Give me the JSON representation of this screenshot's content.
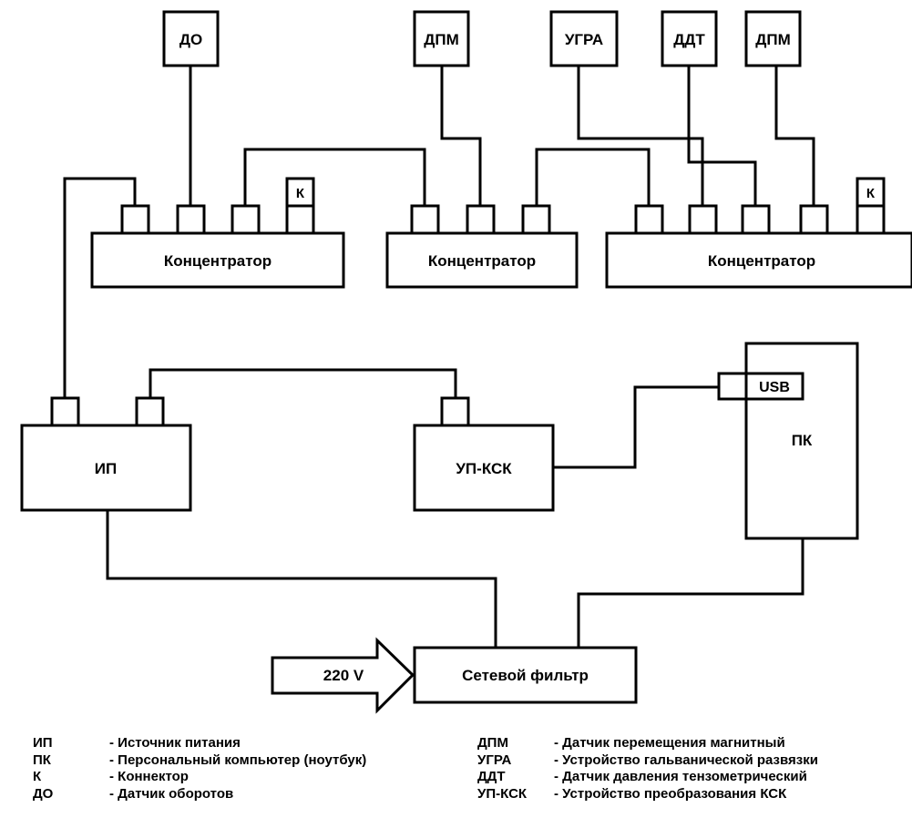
{
  "sensors": {
    "do": "ДО",
    "dpm1": "ДПМ",
    "ugra": "УГРА",
    "ddt": "ДДТ",
    "dpm2": "ДПМ"
  },
  "connector_labels": {
    "left": "К",
    "right": "К"
  },
  "hubs": {
    "left": "Концентратор",
    "middle": "Концентратор",
    "right": "Концентратор"
  },
  "devices": {
    "ip": "ИП",
    "up_ksk": "УП-КСК",
    "pk": "ПК",
    "usb": "USB",
    "filter": "Сетевой фильтр",
    "input_voltage": "220 V"
  },
  "legend": {
    "left": [
      {
        "abbr": "ИП",
        "desc": "- Источник питания"
      },
      {
        "abbr": "ПК",
        "desc": "- Персональный компьютер (ноутбук)"
      },
      {
        "abbr": "К",
        "desc": "- Коннектор"
      },
      {
        "abbr": "ДО",
        "desc": "- Датчик оборотов"
      }
    ],
    "right": [
      {
        "abbr": "ДПМ",
        "desc": "- Датчик перемещения магнитный"
      },
      {
        "abbr": "УГРА",
        "desc": "- Устройство гальванической развязки"
      },
      {
        "abbr": "ДДТ",
        "desc": "- Датчик давления тензометрический"
      },
      {
        "abbr": "УП-КСК",
        "desc": "- Устройство преобразования КСК"
      }
    ]
  }
}
